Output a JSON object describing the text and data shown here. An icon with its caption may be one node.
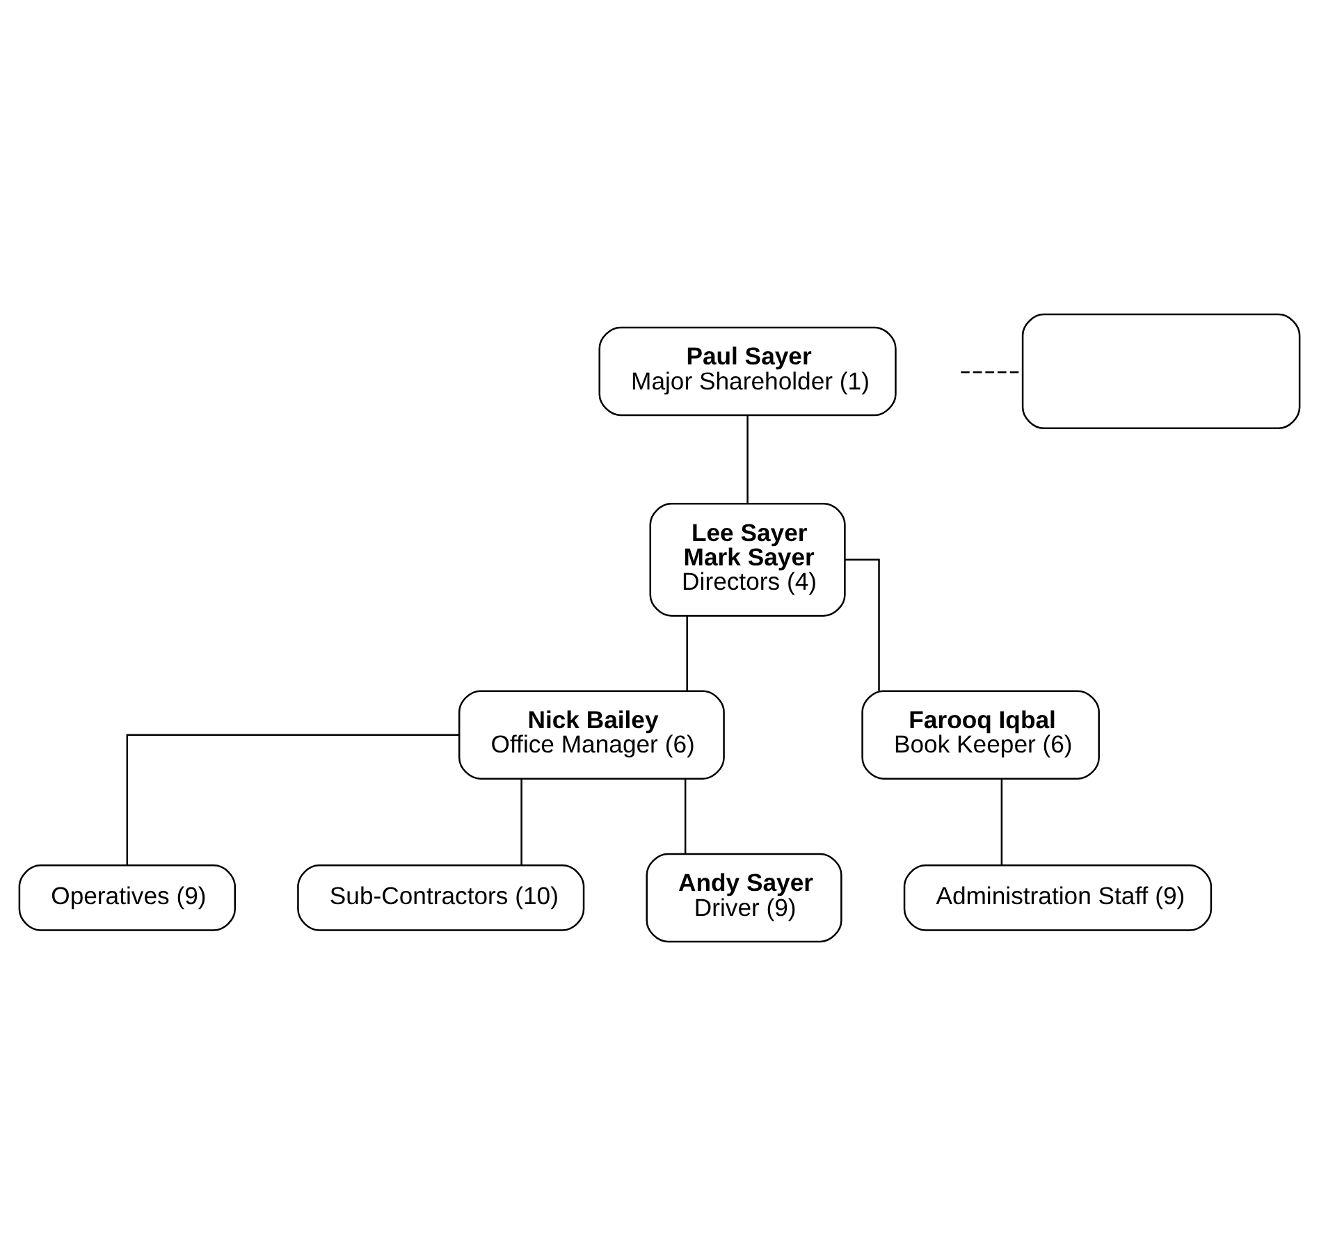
{
  "diagram": {
    "nodes": [
      {
        "text": [
          "Paul Sayer",
          "Major Shareholder (1)"
        ]
      },
      {
        "text": [],
        "shape": "box"
      },
      {
        "text": [
          "Lee Sayer",
          "Mark Sayer",
          "Directors (4)"
        ]
      },
      {
        "text": [
          "Nick Bailey",
          "Office Manager (6)"
        ]
      },
      {
        "text": [
          "Farooq Iqbal",
          "Book Keeper (6)"
        ]
      },
      {
        "text": [
          "Administration Staff (9)"
        ]
      },
      {
        "text": [
          "Operatives (9)"
        ]
      },
      {
        "text": [
          "Sub-Contractors (10)"
        ]
      },
      {
        "text": [
          "Andy Sayer",
          "Driver (9)"
        ]
      }
    ],
    "edges": [
      {
        "from": 0,
        "to": 2,
        "arrow": "none"
      },
      {
        "from": null,
        "to": 1,
        "arrow": "none",
        "style": "dashed"
      },
      {
        "from": 2,
        "to": 3,
        "arrow": "none"
      },
      {
        "from": 2,
        "to": 4,
        "arrow": "none"
      },
      {
        "from": 4,
        "to": 5,
        "arrow": "none"
      },
      {
        "from": 3,
        "to": 6,
        "arrow": "none"
      },
      {
        "from": 3,
        "to": 7,
        "arrow": "none"
      },
      {
        "from": 3,
        "to": 8,
        "arrow": "none"
      }
    ]
  }
}
